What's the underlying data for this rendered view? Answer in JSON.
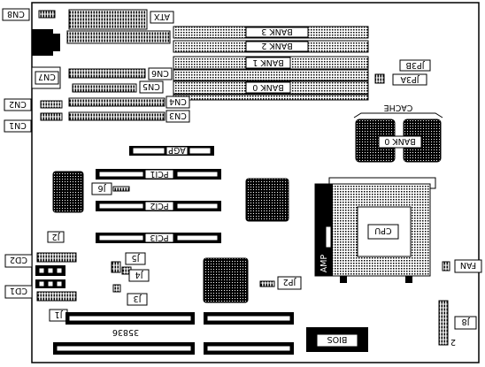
{
  "board": {
    "model": "35836"
  },
  "labels": {
    "cn8": "CN8",
    "atx": "ATX",
    "bank3": "BANK 3",
    "bank2": "BANK 2",
    "bank1": "BANK 1",
    "bank0": "BANK 0",
    "cn7": "CN7",
    "cn6": "CN6",
    "cn5": "CN5",
    "cn4": "CN4",
    "cn3": "CN3",
    "cn2": "CN2",
    "cn1": "CN1",
    "jp3b": "JP3B",
    "jp3a": "JP3A",
    "cache": "CACHE",
    "cache_bank0": "BANK 0",
    "agp": "AGP",
    "pci1": "PCI1",
    "pci2": "PCI2",
    "pci3": "PCI3",
    "j6": "J6",
    "j2": "J2",
    "j5": "J5",
    "j4": "J4",
    "j3": "J3",
    "j1": "J1",
    "cd2": "CD2",
    "cd1": "CD1",
    "jp2": "JP2",
    "cpu": "CPU",
    "amp": "AMP",
    "fan": "FAN",
    "j8": "J8",
    "j8_pin": "2",
    "bios": "BIOS"
  },
  "colors": {
    "ink": "#000000",
    "paper": "#ffffff"
  }
}
